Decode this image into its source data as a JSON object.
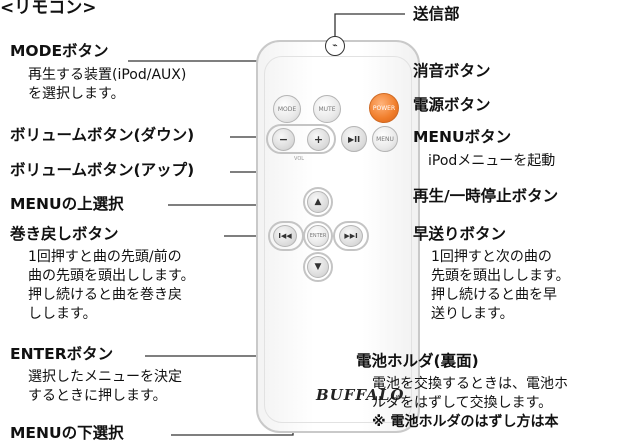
{
  "title": "<リモコン>",
  "labels": {
    "transmitter": "送信部",
    "mode_title": "MODEボタン",
    "mode_desc_1": "再生する装置(iPod/AUX)",
    "mode_desc_2": "を選択します。",
    "mute": "消音ボタン",
    "power": "電源ボタン",
    "vol_down": "ボリュームボタン(ダウン)",
    "menu_title": "MENUボタン",
    "menu_desc": "iPodメニューを起動",
    "vol_up": "ボリュームボタン(アップ)",
    "play_pause": "再生/一時停止ボタン",
    "menu_up": "MENUの上選択",
    "rewind_title": "巻き戻しボタン",
    "rewind_desc_1": "1回押すと曲の先頭/前の",
    "rewind_desc_2": "曲の先頭を頭出しします。",
    "rewind_desc_3": "押し続けると曲を巻き戻",
    "rewind_desc_4": "しします。",
    "ff_title": "早送りボタン",
    "ff_desc_1": "1回押すと次の曲の",
    "ff_desc_2": "先頭を頭出しします。",
    "ff_desc_3": "押し続けると曲を早",
    "ff_desc_4": "送りします。",
    "enter_title": "ENTERボタン",
    "enter_desc_1": "選択したメニューを決定",
    "enter_desc_2": "するときに押します。",
    "battery_title": "電池ホルダ(裏面)",
    "battery_desc_1": "電池を交換するときは、電池ホ",
    "battery_desc_2": "ルダをはずして交換します。",
    "battery_desc_3": "※ 電池ホルダのはずし方は本",
    "menu_down": "MENUの下選択"
  },
  "remote": {
    "mode": "MODE",
    "mute": "MUTE",
    "power": "POWER",
    "vol_down": "−",
    "vol_up": "+",
    "vol": "VOL",
    "play": "▶II",
    "menu": "MENU",
    "up": "▲",
    "down": "▼",
    "prev": "I◀◀",
    "next": "▶▶I",
    "enter": "ENTER",
    "brand": "BUFFALO"
  },
  "colors": {
    "power_button": "#f07d2a",
    "line": "#333333"
  }
}
